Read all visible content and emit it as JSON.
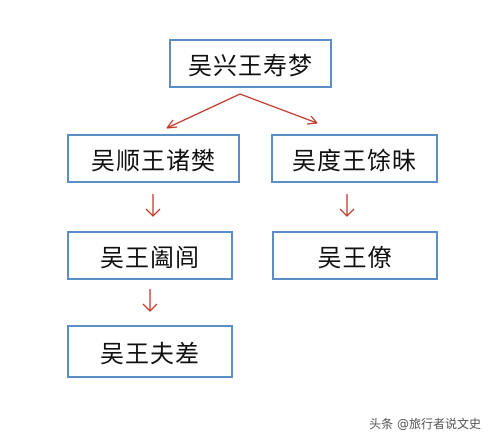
{
  "nodes": {
    "root": "吴兴王寿梦",
    "left1": "吴顺王诸樊",
    "right1": "吴度王馀昧",
    "left2": "吴王阖闾",
    "right2": "吴王僚",
    "left3": "吴王夫差"
  },
  "colors": {
    "node_border": "#5a8fc6",
    "arrow": "#c0392b"
  },
  "watermark": "头条 @旅行者说文史"
}
